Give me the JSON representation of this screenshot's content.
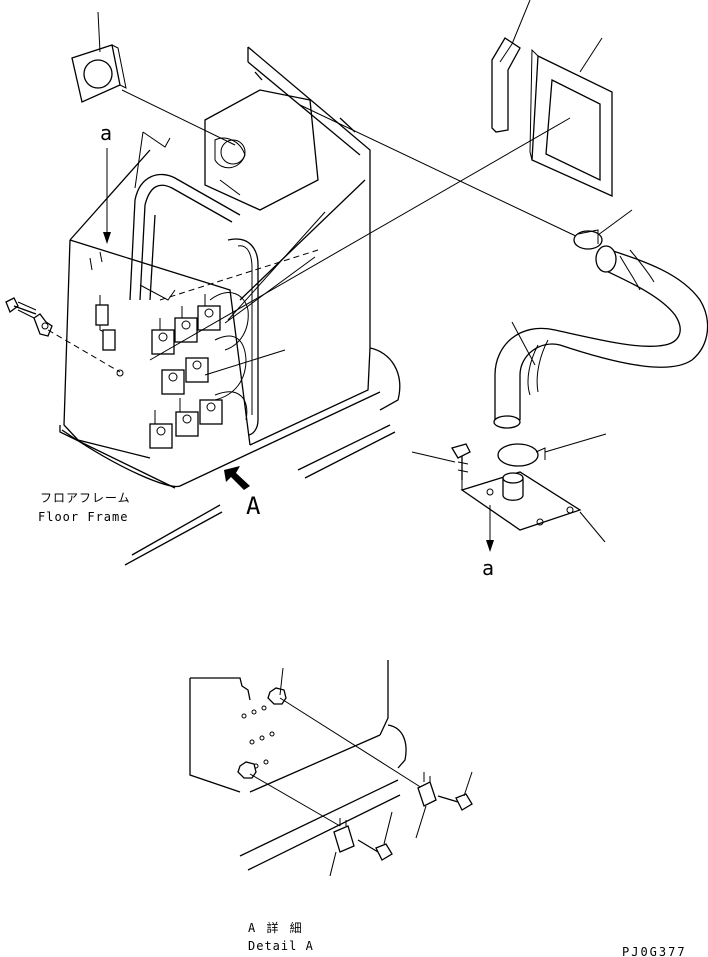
{
  "labels": {
    "ref_a_top": "a",
    "ref_a_bottom": "a",
    "floor_frame_jp": "フロアフレーム",
    "floor_frame_en": "Floor Frame",
    "view_a": "A",
    "detail_jp": "A 詳 細",
    "detail_en": "Detail A",
    "drawing_code": "PJ0G377"
  },
  "icons": [
    "view-direction-arrow-icon",
    "reference-arrow-icon"
  ]
}
